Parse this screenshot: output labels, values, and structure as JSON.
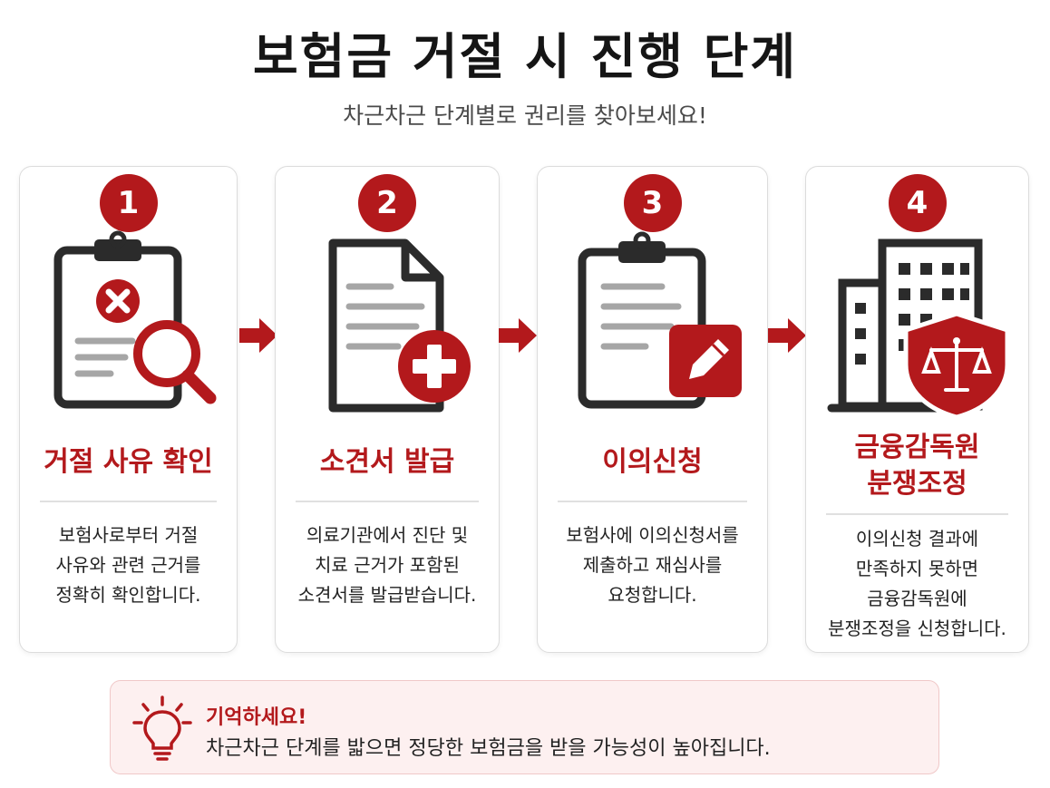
{
  "header": {
    "title": "보험금 거절 시 진행 단계",
    "subtitle": "차근차근 단계별로 권리를 찾아보세요!"
  },
  "colors": {
    "accent": "#b3191c",
    "icon_dark": "#2b2b2b",
    "line_gray": "#a6a6a6",
    "note_bg": "#fdf0f0"
  },
  "steps": [
    {
      "number": "1",
      "title_lines": [
        "거절 사유 확인"
      ],
      "desc_lines": [
        "보험사로부터 거절",
        "사유와 관련 근거를",
        "정확히 확인합니다."
      ],
      "icon": "clipboard-x-magnifier-icon"
    },
    {
      "number": "2",
      "title_lines": [
        "소견서 발급"
      ],
      "desc_lines": [
        "의료기관에서 진단 및",
        "치료 근거가 포함된",
        "소견서를 발급받습니다."
      ],
      "icon": "document-plus-icon"
    },
    {
      "number": "3",
      "title_lines": [
        "이의신청"
      ],
      "desc_lines": [
        "보험사에 이의신청서를",
        "제출하고 재심사를",
        "요청합니다."
      ],
      "icon": "clipboard-pencil-icon"
    },
    {
      "number": "4",
      "title_lines": [
        "금융감독원",
        "분쟁조정"
      ],
      "desc_lines": [
        "이의신청 결과에",
        "만족하지 못하면",
        "금융감독원에",
        "분쟁조정을 신청합니다."
      ],
      "icon": "building-shield-scale-icon"
    }
  ],
  "note": {
    "title": "기억하세요!",
    "text": "차근차근  단계를 밟으면 정당한 보험금을 받을 가능성이 높아집니다.",
    "icon": "lightbulb-icon"
  }
}
